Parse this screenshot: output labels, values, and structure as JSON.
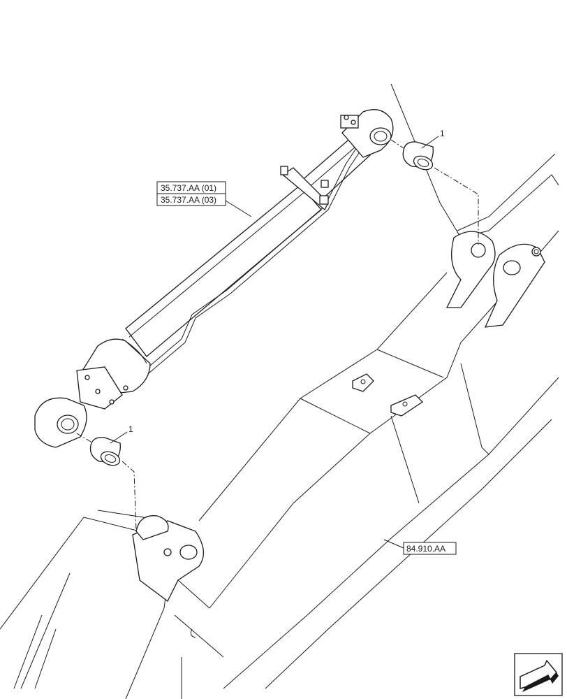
{
  "references": {
    "cylinder_ref_1": "35.737.AA (01)",
    "cylinder_ref_2": "35.737.AA (03)",
    "boom_ref": "84.910.AA"
  },
  "callouts": {
    "bushing_top": "1",
    "bushing_bottom": "1"
  },
  "icons": {
    "navigation": "arrow-icon"
  }
}
